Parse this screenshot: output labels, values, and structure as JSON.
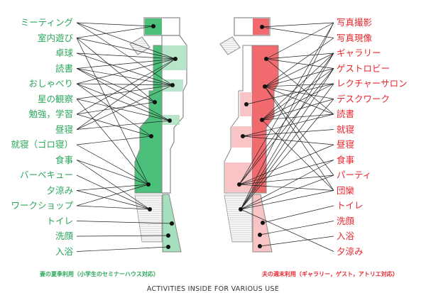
{
  "left_plan": {
    "color": "#2aa65a",
    "fill": "#4cbf7a",
    "caption": "妻の夏季利用（小学生のセミナーハウス対応）",
    "activities": [
      "ミーティング",
      "室内遊び",
      "卓球",
      "読書",
      "おしゃべり",
      "星の観察",
      "勉強，学習",
      "昼寝",
      "就寝（ゴロ寝）",
      "食事",
      "バーベキュー",
      "夕涼み",
      "ワークショップ",
      "トイレ",
      "洗顔",
      "入浴"
    ],
    "connections": [
      [
        0,
        0
      ],
      [
        0,
        1
      ],
      [
        0,
        2
      ],
      [
        1,
        0
      ],
      [
        1,
        1
      ],
      [
        1,
        3
      ],
      [
        1,
        6
      ],
      [
        2,
        1
      ],
      [
        2,
        2
      ],
      [
        3,
        1
      ],
      [
        3,
        2
      ],
      [
        3,
        3
      ],
      [
        3,
        4
      ],
      [
        4,
        1
      ],
      [
        4,
        2
      ],
      [
        4,
        4
      ],
      [
        4,
        5
      ],
      [
        5,
        2
      ],
      [
        5,
        4
      ],
      [
        5,
        6
      ],
      [
        6,
        1
      ],
      [
        6,
        3
      ],
      [
        6,
        5
      ],
      [
        7,
        1
      ],
      [
        7,
        2
      ],
      [
        7,
        4
      ],
      [
        8,
        5
      ],
      [
        8,
        6
      ],
      [
        9,
        6
      ],
      [
        9,
        7
      ],
      [
        10,
        7
      ],
      [
        11,
        6
      ],
      [
        11,
        7
      ],
      [
        12,
        6
      ],
      [
        12,
        7
      ],
      [
        13,
        8
      ],
      [
        14,
        9
      ],
      [
        15,
        10
      ]
    ]
  },
  "right_plan": {
    "color": "#e8262e",
    "fill": "#f06a6e",
    "caption": "夫の週末利用（ギャラリー，ゲスト，アトリエ対応）",
    "activities": [
      "写真撮影",
      "写真現像",
      "ギャラリー",
      "ゲストロビー",
      "レクチャーサロン",
      "デスクワーク",
      "読書",
      "就寝",
      "昼寝",
      "食事",
      "パーティ",
      "団欒",
      "トイレ",
      "洗顔",
      "入浴",
      "夕涼み"
    ],
    "connections": [
      [
        0,
        0
      ],
      [
        0,
        1
      ],
      [
        0,
        6
      ],
      [
        0,
        7
      ],
      [
        1,
        0
      ],
      [
        1,
        2
      ],
      [
        2,
        1
      ],
      [
        2,
        2
      ],
      [
        2,
        4
      ],
      [
        2,
        6
      ],
      [
        2,
        7
      ],
      [
        3,
        1
      ],
      [
        3,
        2
      ],
      [
        3,
        4
      ],
      [
        3,
        6
      ],
      [
        3,
        7
      ],
      [
        4,
        2
      ],
      [
        4,
        3
      ],
      [
        4,
        4
      ],
      [
        4,
        7
      ],
      [
        5,
        2
      ],
      [
        5,
        4
      ],
      [
        5,
        7
      ],
      [
        6,
        1
      ],
      [
        6,
        2
      ],
      [
        6,
        4
      ],
      [
        6,
        5
      ],
      [
        7,
        5
      ],
      [
        8,
        5
      ],
      [
        8,
        6
      ],
      [
        9,
        6
      ],
      [
        9,
        7
      ],
      [
        10,
        2
      ],
      [
        10,
        6
      ],
      [
        10,
        7
      ],
      [
        11,
        2
      ],
      [
        11,
        4
      ],
      [
        11,
        6
      ],
      [
        11,
        7
      ],
      [
        12,
        8
      ],
      [
        13,
        9
      ],
      [
        14,
        10
      ],
      [
        15,
        7
      ]
    ]
  },
  "footer": "ACTIVITIES INSIDE FOR VARIOUS USE"
}
